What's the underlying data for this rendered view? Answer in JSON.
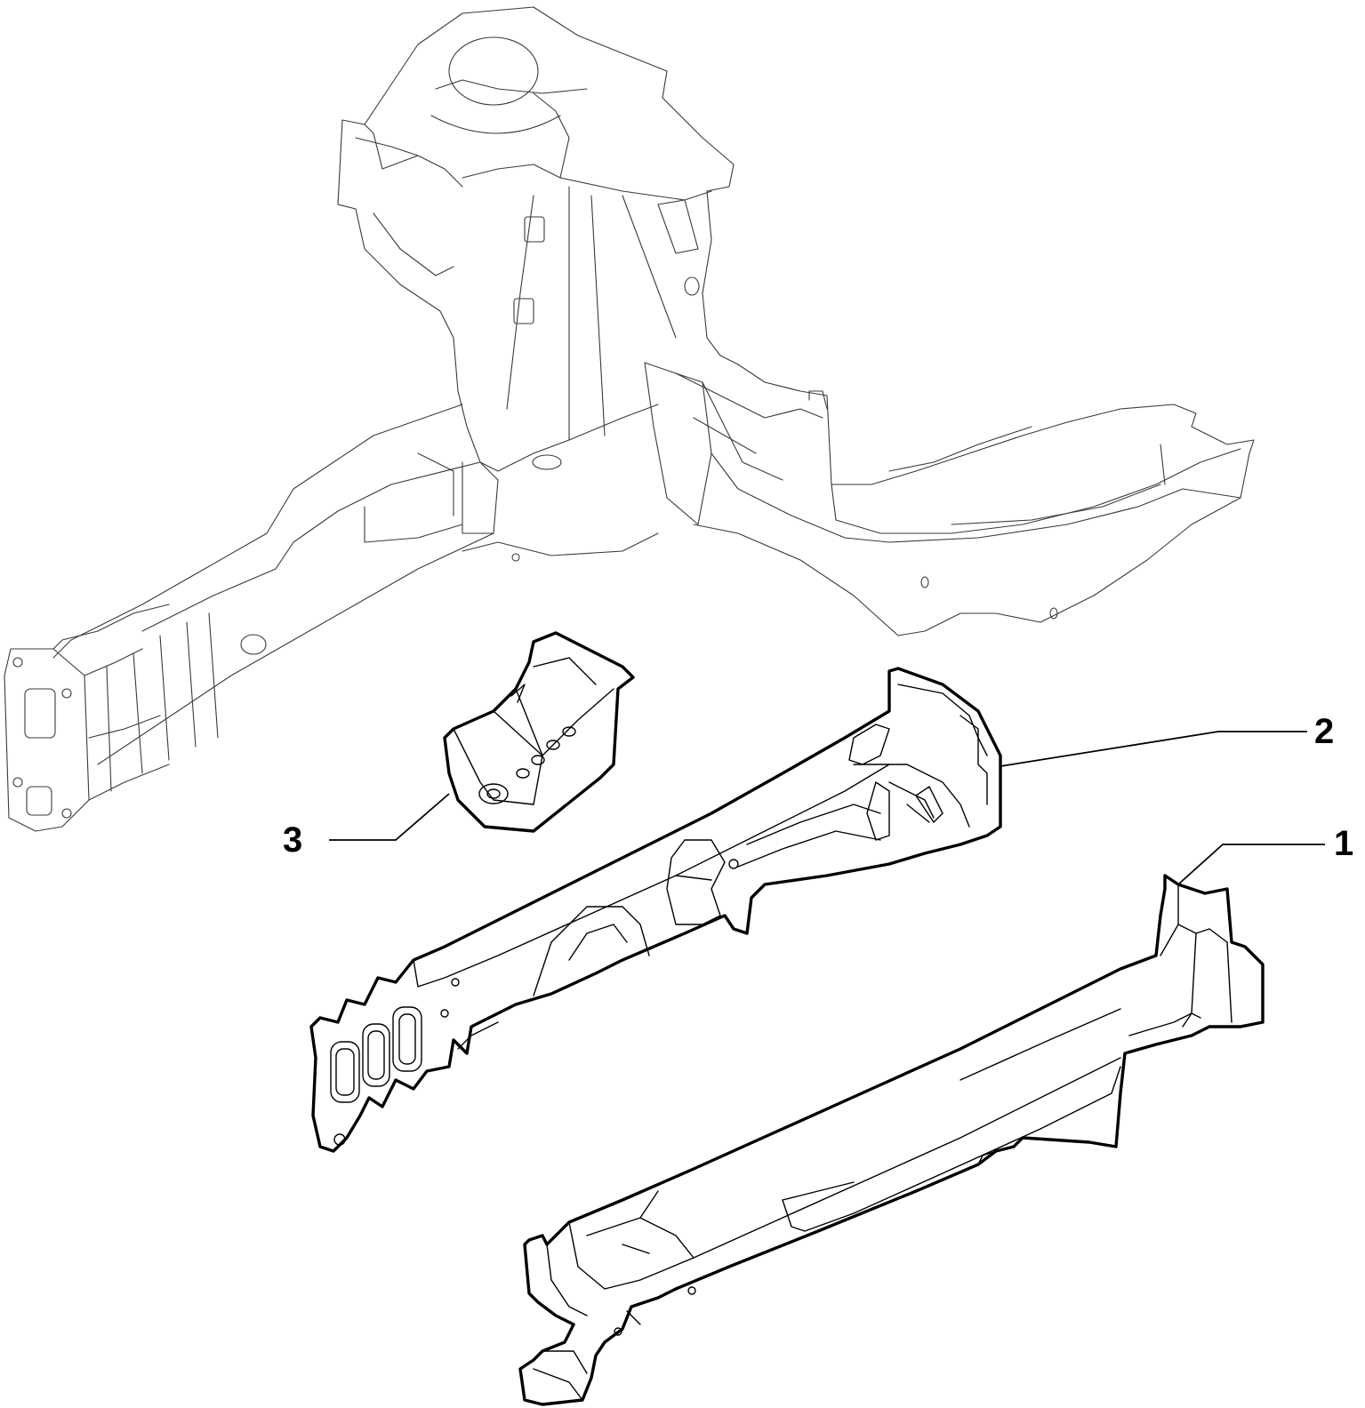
{
  "diagram": {
    "colors": {
      "background": "#ffffff",
      "ghost_line": "#3a3a3a",
      "part_line": "#000000"
    },
    "callouts": [
      {
        "id": "part-1",
        "label": "1"
      },
      {
        "id": "part-2",
        "label": "2"
      },
      {
        "id": "part-3",
        "label": "3"
      }
    ]
  }
}
